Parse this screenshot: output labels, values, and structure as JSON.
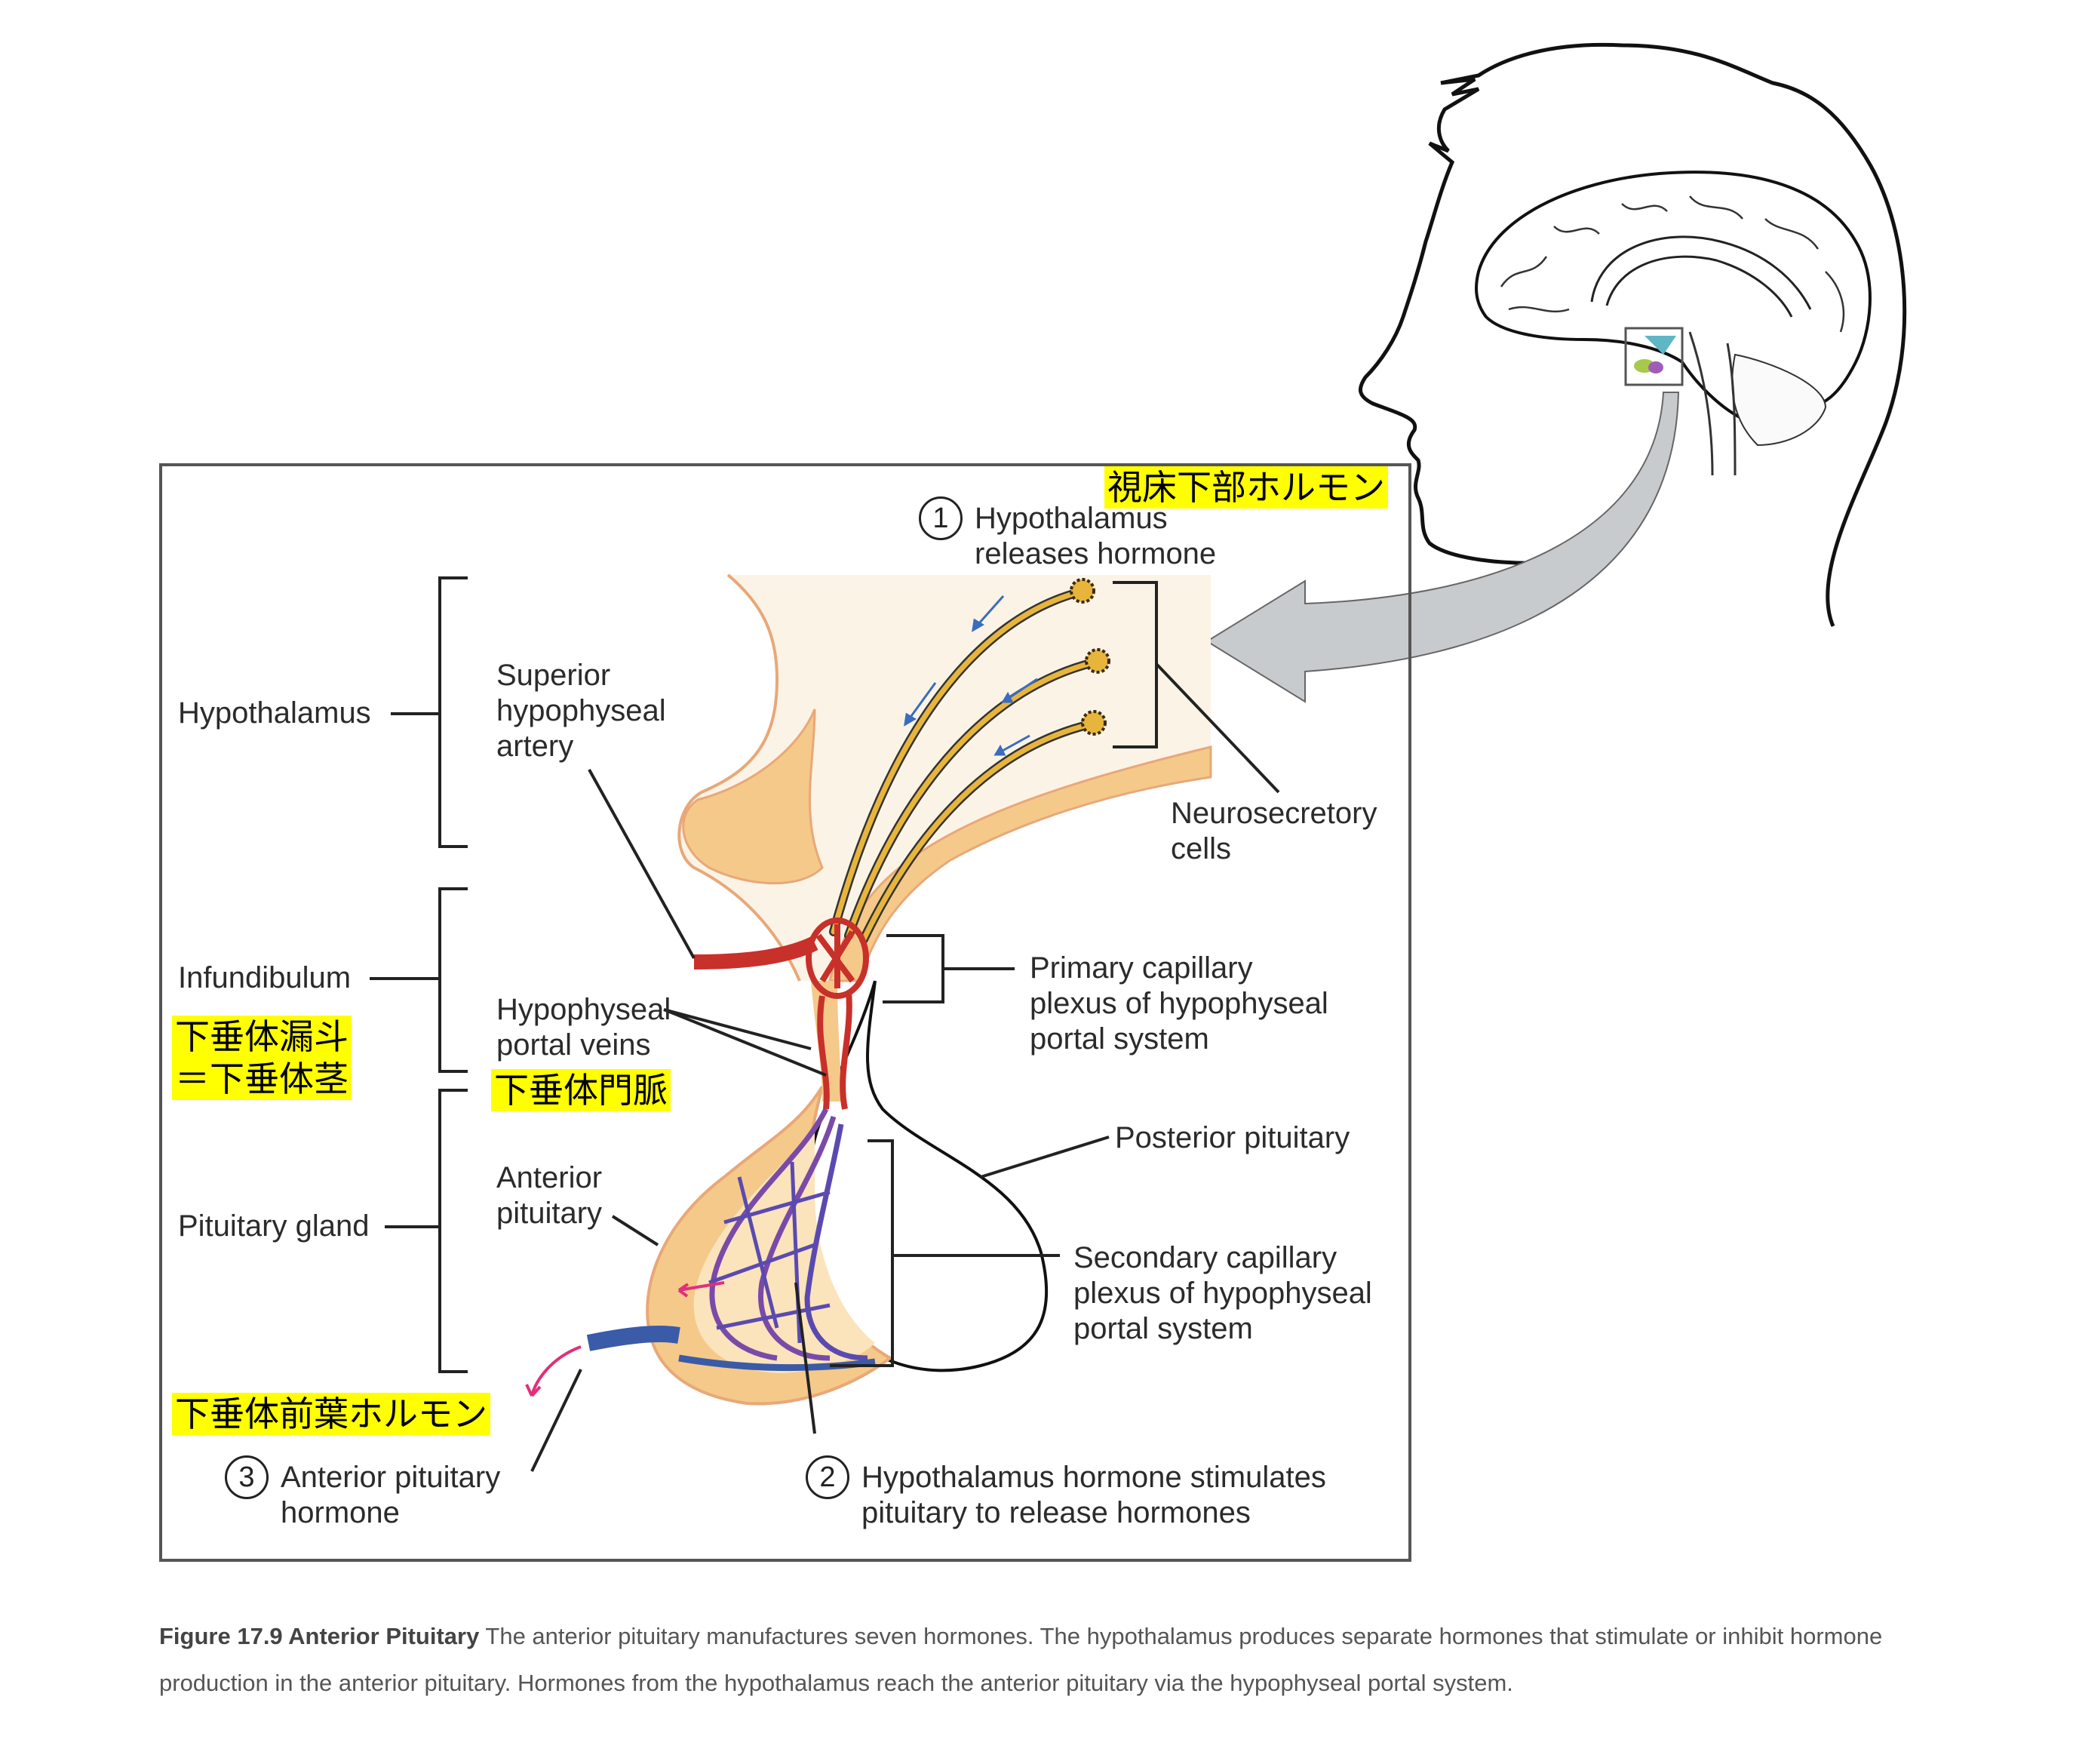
{
  "figure": {
    "left_labels": {
      "hypothalamus": "Hypothalamus",
      "infundibulum": "Infundibulum",
      "pituitary_gland": "Pituitary gland"
    },
    "inner_labels": {
      "superior_artery": "Superior\nhypophyseal\nartery",
      "portal_veins": "Hypophyseal\nportal veins",
      "anterior_pituitary": "Anterior\npituitary",
      "neurosecretory": "Neurosecretory\ncells",
      "primary_plexus": "Primary capillary\nplexus of hypophyseal\nportal system",
      "posterior_pituitary": "Posterior pituitary",
      "secondary_plexus": "Secondary capillary\nplexus of hypophyseal\nportal system"
    },
    "steps": [
      {
        "number": "1",
        "text": "Hypothalamus\nreleases hormone"
      },
      {
        "number": "2",
        "text": "Hypothalamus hormone stimulates\npituitary to release hormones"
      },
      {
        "number": "3",
        "text": "Anterior pituitary\nhormone"
      }
    ],
    "annotations_jp": {
      "hypothalamic_hormone": "視床下部ホルモン",
      "infundibulum": "下垂体漏斗\n＝下垂体茎",
      "portal_vein": "下垂体門脈",
      "anterior_hormone": "下垂体前葉ホルモン"
    }
  },
  "caption": {
    "title": "Figure 17.9 Anterior Pituitary",
    "text": " The anterior pituitary manufactures seven hormones. The hypothalamus produces separate hormones that stimulate or inhibit hormone production in the anterior pituitary. Hormones from the hypothalamus reach the anterior pituitary via the hypophyseal portal system."
  },
  "colors": {
    "highlight": "#ffff00",
    "tissue": "#f5c98a",
    "tissue_light": "#fbf3e6",
    "artery": "#c8302a",
    "vein": "#3a5ba8",
    "capillary_purple": "#7a4aa8",
    "axon": "#e8b53c",
    "hormone_arrow": "#e0307a",
    "flow_arrow": "#3a6cc0",
    "pointer_arrow": "#c8cbce"
  }
}
